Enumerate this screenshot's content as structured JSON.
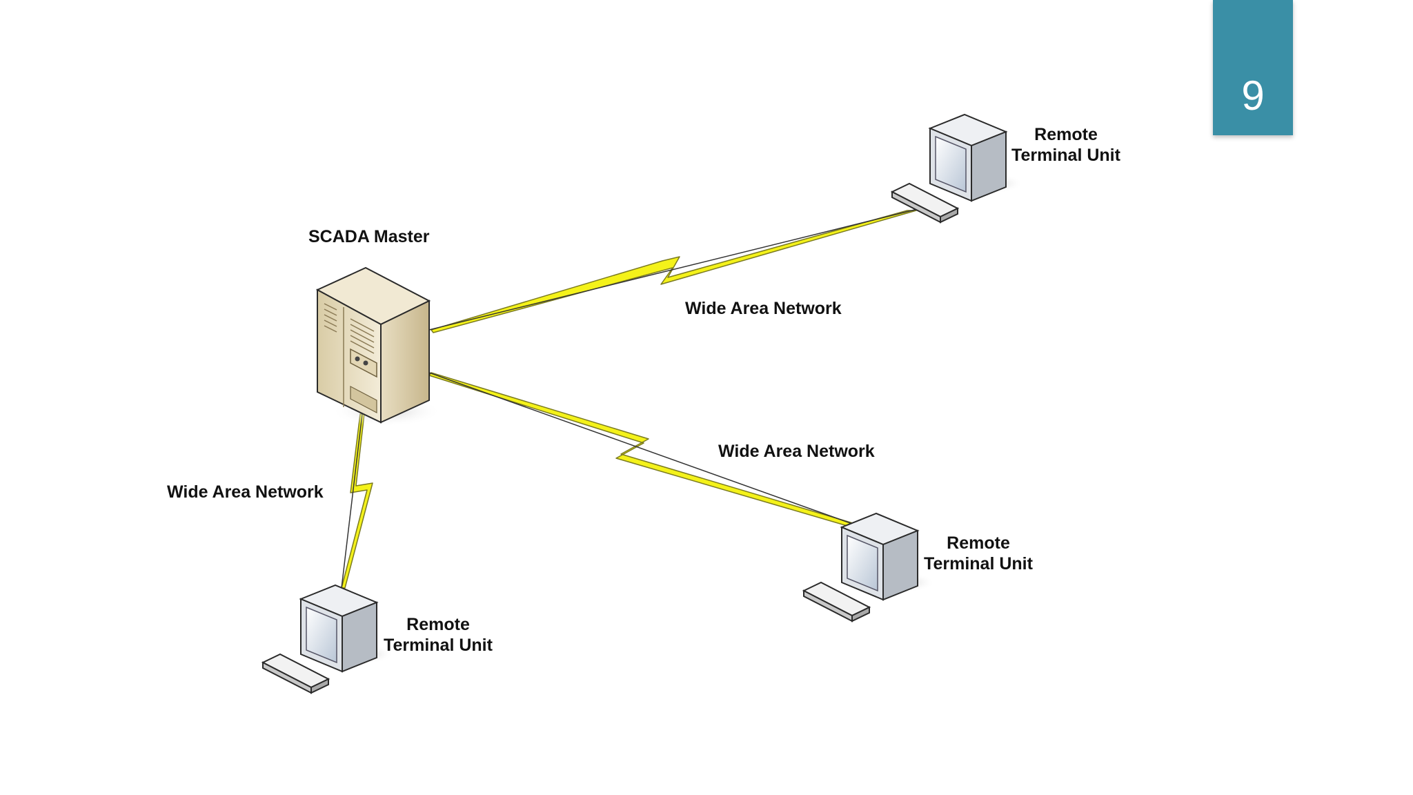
{
  "slide": {
    "page_number": "9"
  },
  "nodes": {
    "master": {
      "label": "SCADA Master",
      "icon": "server-icon"
    },
    "rtus": [
      {
        "label_line1": "Remote",
        "label_line2": "Terminal Unit",
        "icon": "computer-icon"
      },
      {
        "label_line1": "Remote",
        "label_line2": "Terminal Unit",
        "icon": "computer-icon"
      },
      {
        "label_line1": "Remote",
        "label_line2": "Terminal Unit",
        "icon": "computer-icon"
      }
    ]
  },
  "links": [
    {
      "label": "Wide Area Network",
      "from": "SCADA Master",
      "to": "Remote Terminal Unit"
    },
    {
      "label": "Wide Area Network",
      "from": "SCADA Master",
      "to": "Remote Terminal Unit"
    },
    {
      "label": "Wide Area Network",
      "from": "SCADA Master",
      "to": "Remote Terminal Unit"
    }
  ],
  "colors": {
    "badge": "#3a8fa6",
    "lightning": "#f4f21a",
    "server": "#e6dcc0",
    "monitor": "#d9dde2"
  }
}
